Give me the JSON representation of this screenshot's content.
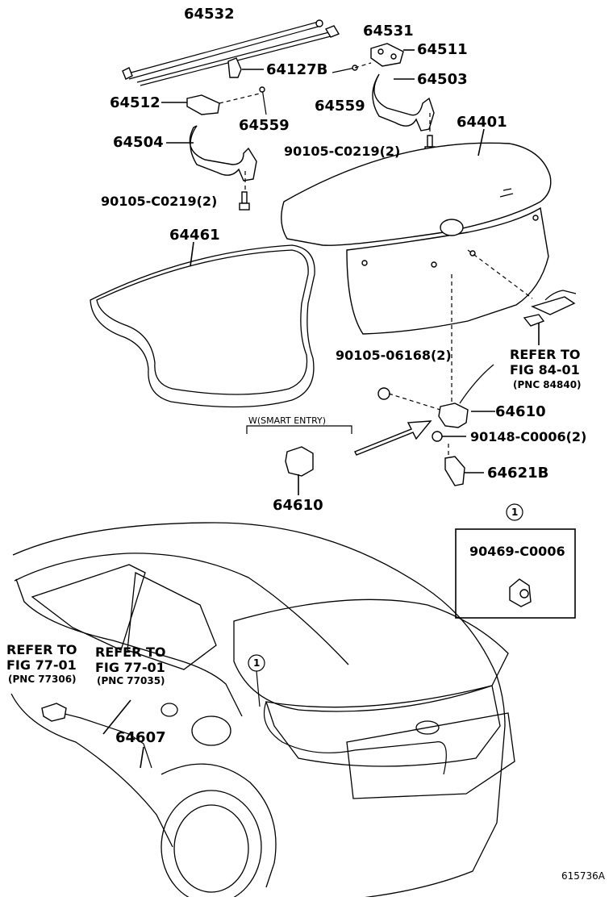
{
  "diagram": {
    "labels": {
      "p64532": "64532",
      "p64531": "64531",
      "p64511": "64511",
      "p64127B": "64127B",
      "p64503": "64503",
      "p64512": "64512",
      "p64559a": "64559",
      "p64559b": "64559",
      "p64401": "64401",
      "p64504": "64504",
      "p90105_c0219a": "90105-C0219(2)",
      "p90105_c0219b": "90105-C0219(2)",
      "p64461": "64461",
      "p90105_06168": "90105-06168(2)",
      "p64610a": "64610",
      "p64610b": "64610",
      "p90148": "90148-C0006(2)",
      "p64621B": "64621B",
      "p90469": "90469-C0006",
      "p64607": "64607"
    },
    "refs": {
      "fig84": [
        "REFER TO",
        "FIG 84-01",
        "(PNC 84840)"
      ],
      "fig77a": [
        "REFER TO",
        "FIG 77-01",
        "(PNC 77306)"
      ],
      "fig77b": [
        "REFER TO",
        "FIG 77-01",
        "(PNC 77035)"
      ]
    },
    "smart_entry": "W(SMART ENTRY)",
    "callout_marker": "1",
    "figure_id": "615736A"
  }
}
